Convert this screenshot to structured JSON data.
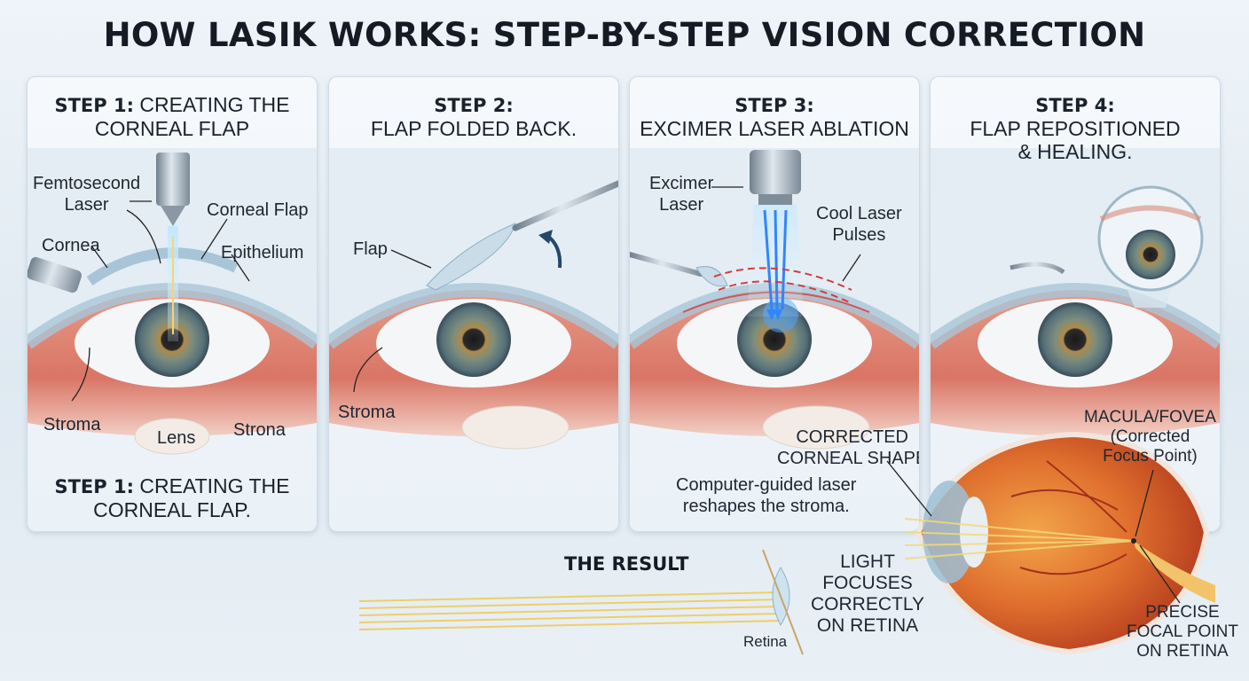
{
  "title": "HOW LASIK WORKS: STEP-BY-STEP VISION CORRECTION",
  "steps": [
    {
      "step": "STEP 1:",
      "title_line1": "CREATING THE",
      "title_line2": "CORNEAL FLAP",
      "labels": {
        "femto1": "Femtosecond",
        "femto2": "Laser",
        "corneal_flap": "Corneal Flap",
        "cornea": "Cornea",
        "epithelium": "Epithelium",
        "stroma": "Stroma",
        "lens": "Lens",
        "strona": "Strona"
      },
      "caption_step": "STEP 1:",
      "caption_line1": "CREATING THE",
      "caption_line2": "CORNEAL FLAP."
    },
    {
      "step": "STEP 2:",
      "title_line1": "FLAP FOLDED BACK.",
      "labels": {
        "flap": "Flap",
        "stroma": "Stroma"
      }
    },
    {
      "step": "STEP 3:",
      "title_line1": "EXCIMER LASER ABLATION",
      "labels": {
        "excimer1": "Excimer",
        "excimer2": "Laser",
        "cool1": "Cool Laser",
        "cool2": "Pulses",
        "corrected1": "CORRECTED",
        "corrected2": "CORNEAL SHAPE",
        "guided1": "Computer-guided laser",
        "guided2": "reshapes the stroma."
      }
    },
    {
      "step": "STEP 4:",
      "title_line1": "FLAP REPOSITIONED",
      "title_line2": "& HEALING."
    }
  ],
  "result": {
    "title": "THE RESULT",
    "light1": "LIGHT",
    "light2": "FOCUSES",
    "light3": "CORRECTLY",
    "light4": "ON RETINA",
    "retina": "Retina",
    "macula1": "MACULA/FOVEA",
    "macula2": "(Corrected",
    "macula3": "Focus Point)",
    "precise1": "PRECISE",
    "precise2": "FOCAL POINT",
    "precise3": "ON RETINA"
  }
}
